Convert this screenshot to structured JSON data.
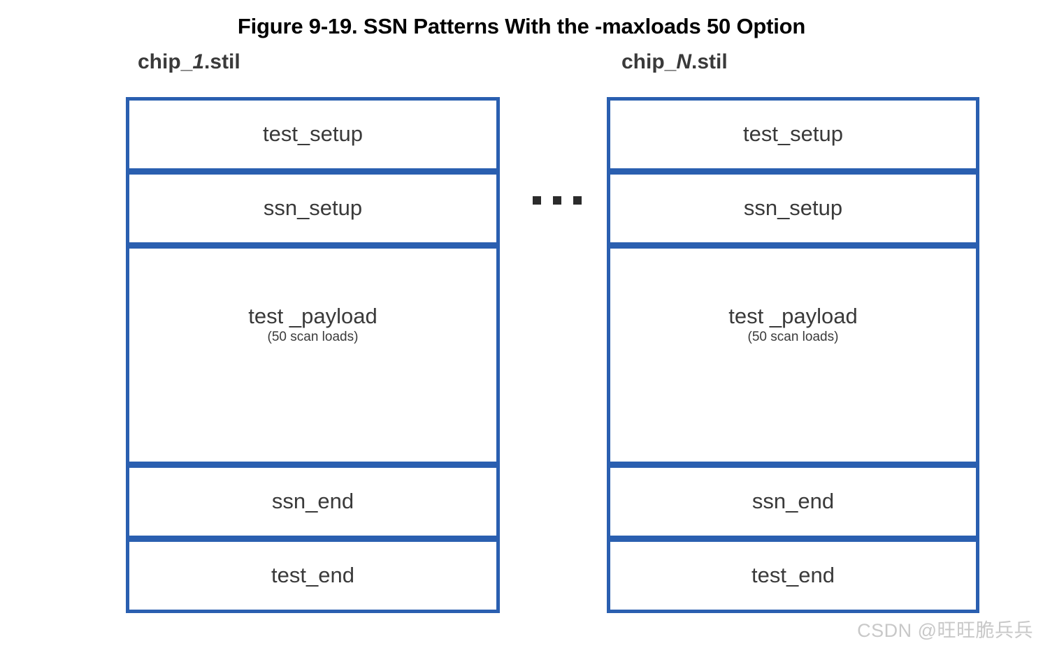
{
  "figure": {
    "title": "Figure 9-19. SSN Patterns With the -maxloads 50 Option",
    "accent_color": "#2a5fb0",
    "text_color": "#3a3a3a",
    "ellipsis_label": "..."
  },
  "columns": [
    {
      "heading_prefix": "chip_",
      "heading_emphasis": "1",
      "heading_suffix": ".stil",
      "heading_full": "chip_1.stil",
      "cells": [
        {
          "title": "test_setup",
          "subtitle": "",
          "size": "small"
        },
        {
          "title": "ssn_setup",
          "subtitle": "",
          "size": "small"
        },
        {
          "title": "test _payload",
          "subtitle": "(50 scan loads)",
          "size": "large"
        },
        {
          "title": "ssn_end",
          "subtitle": "",
          "size": "small"
        },
        {
          "title": "test_end",
          "subtitle": "",
          "size": "small"
        }
      ]
    },
    {
      "heading_prefix": "chip_",
      "heading_emphasis": "N",
      "heading_suffix": ".stil",
      "heading_full": "chip_N.stil",
      "cells": [
        {
          "title": "test_setup",
          "subtitle": "",
          "size": "small"
        },
        {
          "title": "ssn_setup",
          "subtitle": "",
          "size": "small"
        },
        {
          "title": "test _payload",
          "subtitle": "(50 scan loads)",
          "size": "large"
        },
        {
          "title": "ssn_end",
          "subtitle": "",
          "size": "small"
        },
        {
          "title": "test_end",
          "subtitle": "",
          "size": "small"
        }
      ]
    }
  ],
  "watermark": {
    "text": "CSDN @旺旺脆兵兵"
  }
}
